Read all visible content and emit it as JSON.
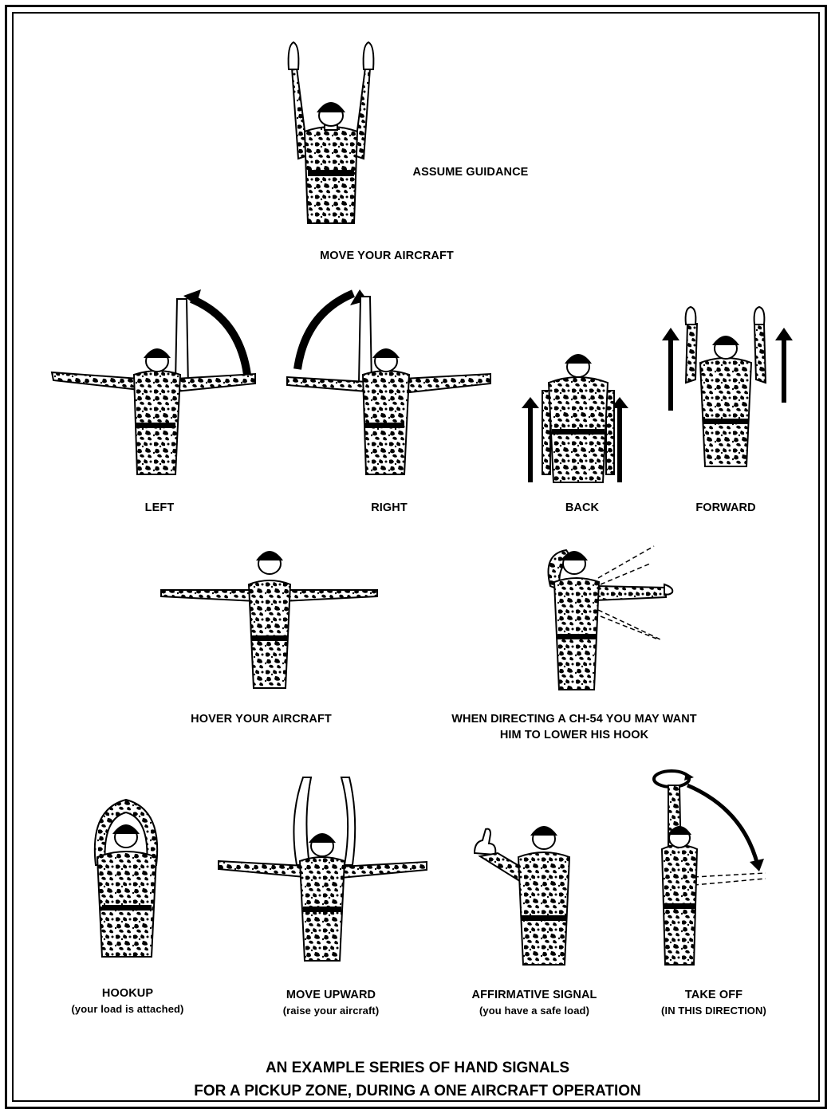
{
  "sections": {
    "assume_guidance": {
      "label": "ASSUME GUIDANCE"
    },
    "move_your_aircraft": {
      "label": "MOVE YOUR AIRCRAFT"
    }
  },
  "signals_row1": [
    {
      "label": "LEFT"
    },
    {
      "label": "RIGHT"
    },
    {
      "label": "BACK"
    },
    {
      "label": "FORWARD"
    }
  ],
  "signals_row2": [
    {
      "label": "HOVER YOUR AIRCRAFT"
    },
    {
      "label_line1": "WHEN DIRECTING A CH-54 YOU MAY WANT",
      "label_line2": "HIM TO LOWER HIS HOOK"
    }
  ],
  "signals_row3": [
    {
      "label": "HOOKUP",
      "sublabel": "(your load is attached)"
    },
    {
      "label": "MOVE UPWARD",
      "sublabel": "(raise your aircraft)"
    },
    {
      "label": "AFFIRMATIVE SIGNAL",
      "sublabel": "(you have a safe load)"
    },
    {
      "label": "TAKE OFF",
      "sublabel": "(IN THIS DIRECTION)"
    }
  ],
  "caption": {
    "line1": "AN EXAMPLE SERIES OF HAND SIGNALS",
    "line2": "FOR A PICKUP ZONE, DURING A ONE AIRCRAFT OPERATION"
  },
  "colors": {
    "ink": "#000000",
    "paper": "#ffffff"
  }
}
